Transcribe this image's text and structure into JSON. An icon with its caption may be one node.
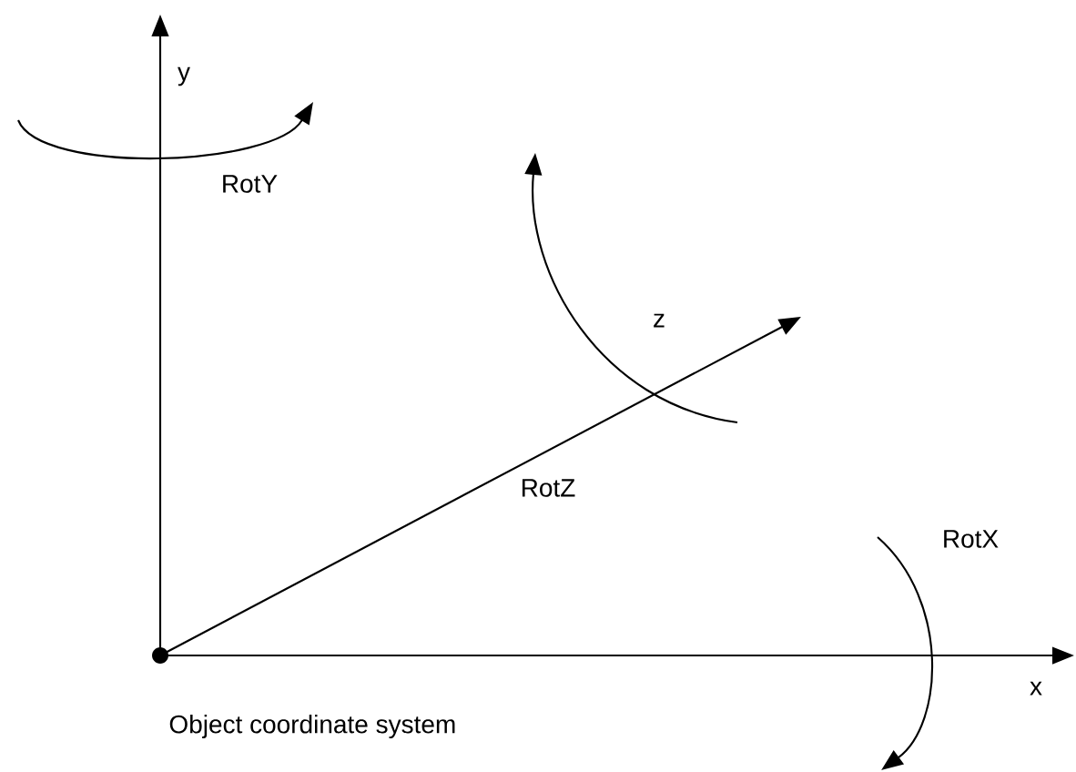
{
  "diagram": {
    "caption": "Object coordinate system",
    "labels": [
      "y",
      "RotY",
      "z",
      "RotZ",
      "RotX",
      "x"
    ]
  }
}
